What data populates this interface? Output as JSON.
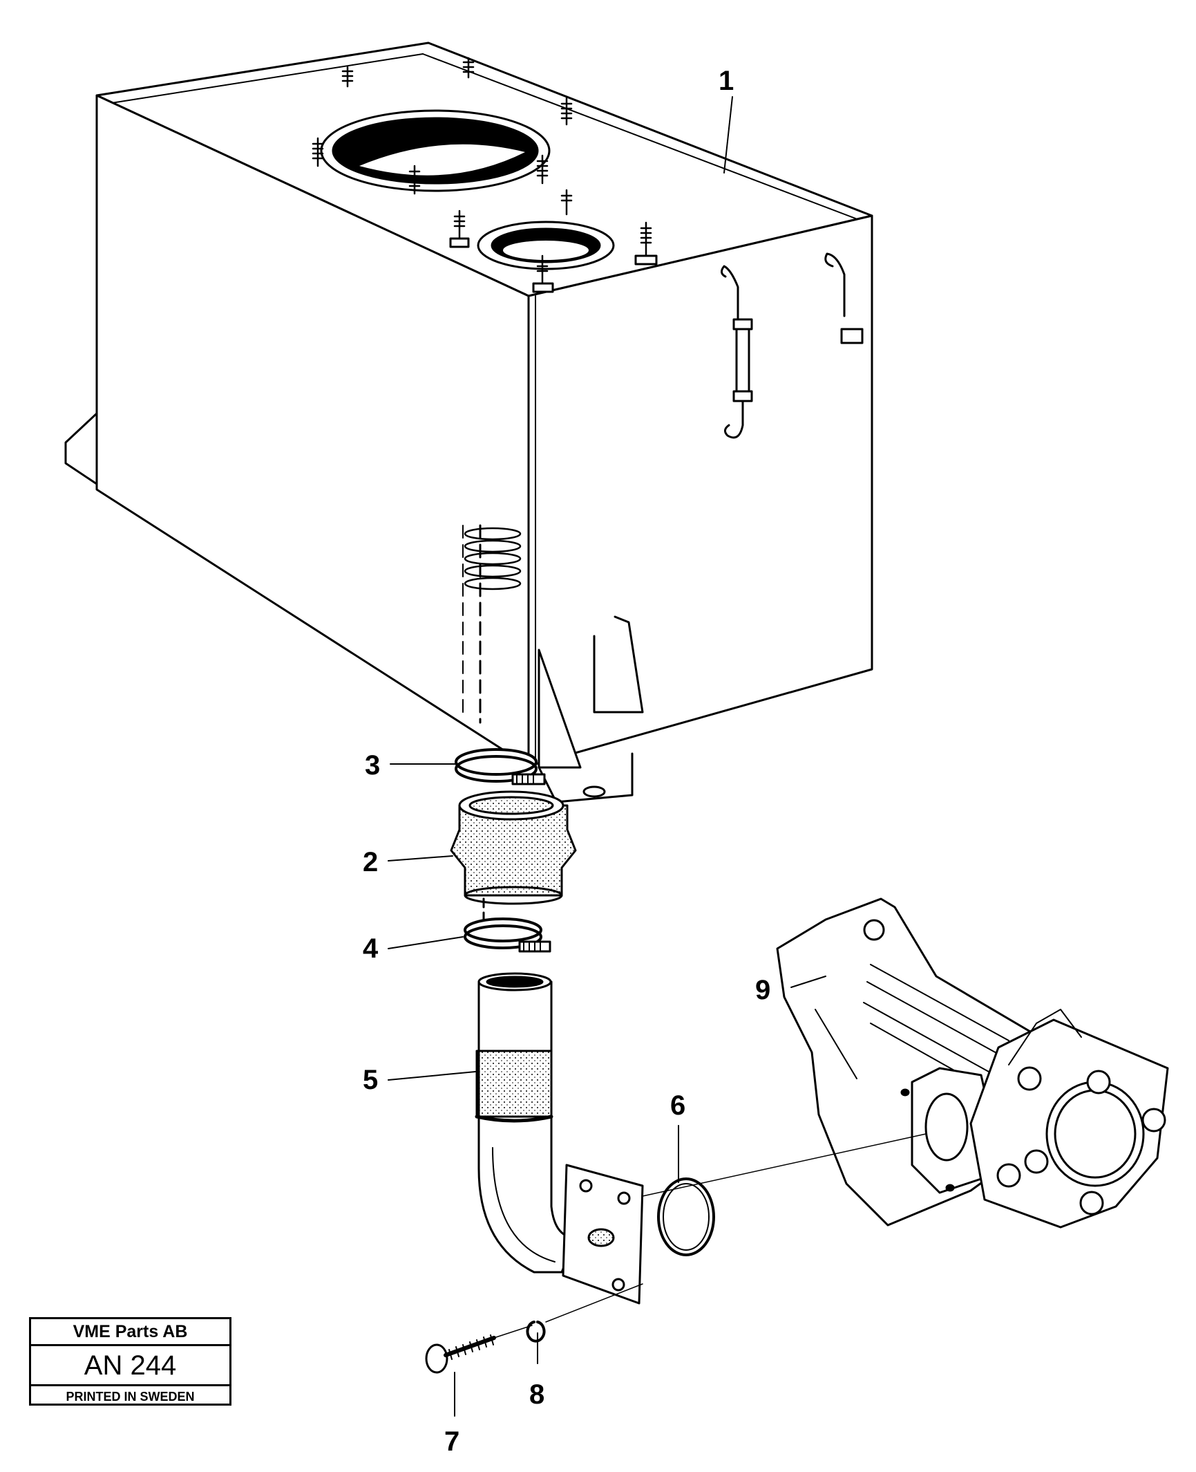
{
  "callouts": [
    {
      "id": "callout-1",
      "label": "1"
    },
    {
      "id": "callout-2",
      "label": "2"
    },
    {
      "id": "callout-3",
      "label": "3"
    },
    {
      "id": "callout-4",
      "label": "4"
    },
    {
      "id": "callout-5",
      "label": "5"
    },
    {
      "id": "callout-6",
      "label": "6"
    },
    {
      "id": "callout-7",
      "label": "7"
    },
    {
      "id": "callout-8",
      "label": "8"
    },
    {
      "id": "callout-9",
      "label": "9"
    }
  ],
  "title_block": {
    "company": "VME Parts AB",
    "code": "AN 244",
    "printed": "PRINTED IN SWEDEN"
  }
}
